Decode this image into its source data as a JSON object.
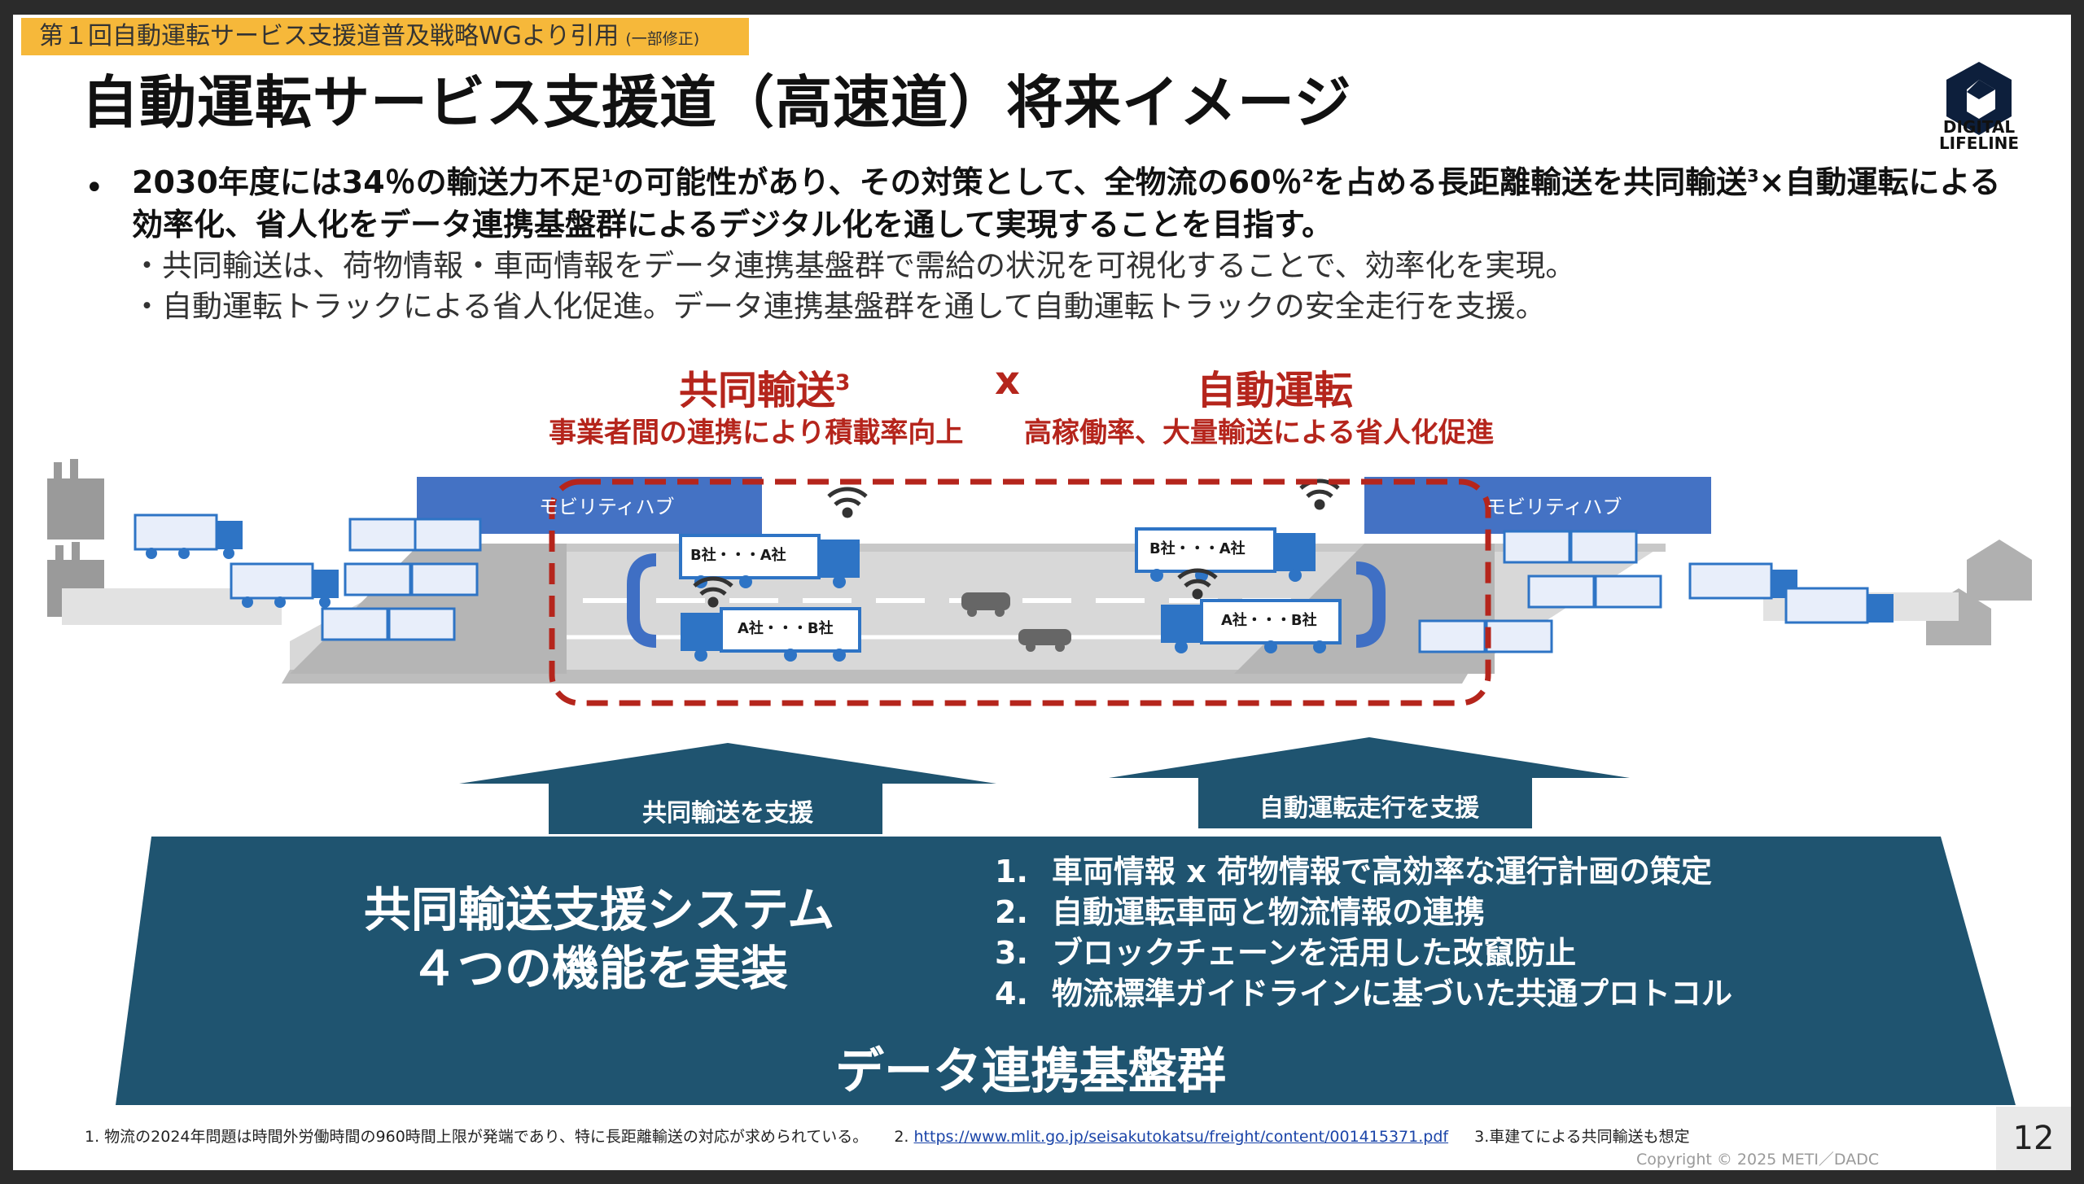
{
  "source_tag": {
    "main": "第１回自動運転サービス支援道普及戦略WGより引用",
    "small": "(一部修正)"
  },
  "title": "自動運転サービス支援道（高速道）将来イメージ",
  "logo": {
    "line1": "DIGITAL",
    "line2": "LIFELINE",
    "icon": "digital-lifeline-logo"
  },
  "bullet": {
    "part1": "2030年度には34％の輸送力不足",
    "sup1": "1",
    "part2": "の可能性があり、その対策として、全物流の60％",
    "sup2": "2",
    "part3": "を占める長距離輸送を共同輸送",
    "sup3": "3",
    "part4": "×自動運転による効率化、省人化をデータ連携基盤群によるデジタル化を通して実現することを目指す。",
    "sub1": "・共同輸送は、荷物情報・車両情報をデータ連携基盤群で需給の状況を可視化することで、効率化を実現。",
    "sub2": "・自動運転トラックによる省人化促進。データ連携基盤群を通して自動運転トラックの安全走行を支援。"
  },
  "diagram": {
    "left_heading": "共同輸送",
    "left_heading_sup": "3",
    "cross": "x",
    "right_heading": "自動運転",
    "left_sub": "事業者間の連携により積載率向上",
    "right_sub": "高稼働率、大量輸送による省人化促進",
    "hub_left": "モビリティハブ",
    "hub_right": "モビリティハブ",
    "truck_b_to_a": "B社・・・A社",
    "truck_a_to_b": "A社・・・B社",
    "colors": {
      "accent_red": "#b5251c",
      "hub_blue": "#4472c4",
      "truck_blue": "#2e74c5",
      "navy": "#1f5470"
    }
  },
  "support": {
    "left_arrow": "共同輸送を支援",
    "right_arrow": "自動運転走行を支援"
  },
  "system": {
    "title_line1": "共同輸送支援システム",
    "title_line2": "４つの機能を実装",
    "functions": [
      {
        "num": "1.",
        "text": "車両情報 x 荷物情報で高効率な運行計画の策定"
      },
      {
        "num": "2.",
        "text": "自動運転車両と物流情報の連携"
      },
      {
        "num": "3.",
        "text": "ブロックチェーンを活用した改竄防止"
      },
      {
        "num": "4.",
        "text": "物流標準ガイドラインに基づいた共通プロトコル"
      }
    ],
    "base": "データ連携基盤群"
  },
  "footnotes": {
    "note1": "1. 物流の2024年問題は時間外労働時間の960時間上限が発端であり、特に長距離輸送の対応が求められている。",
    "note2_prefix": "2.",
    "note2_link": "https://www.mlit.go.jp/seisakutokatsu/freight/content/001415371.pdf",
    "note3": "3.車建てによる共同輸送も想定"
  },
  "copyright": "Copyright ©  2025 METI／DADC",
  "page_number": "12"
}
